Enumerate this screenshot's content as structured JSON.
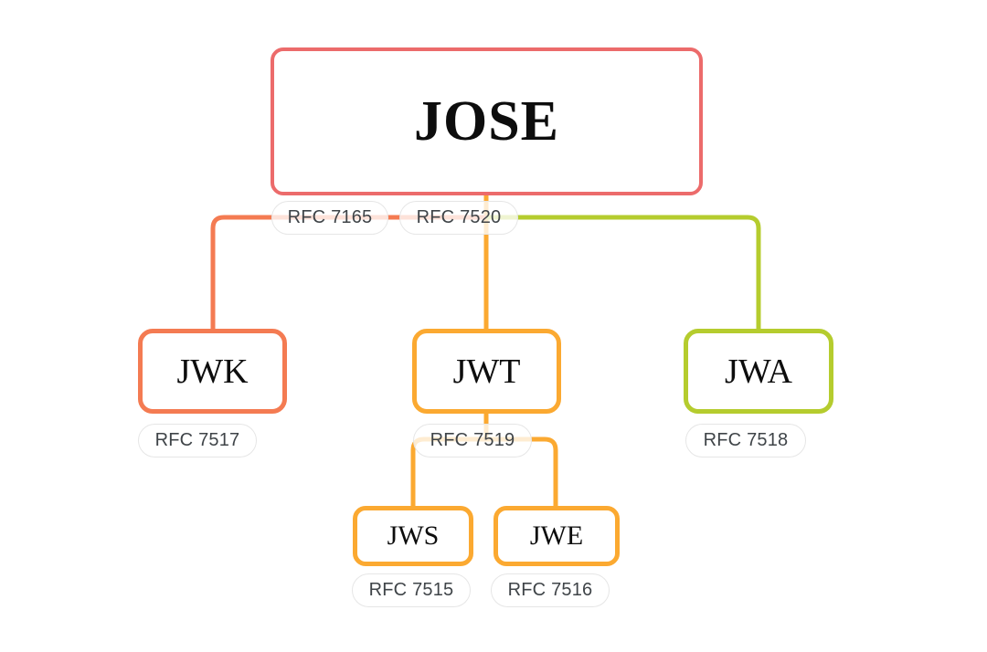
{
  "diagram": {
    "title": "JOSE",
    "type": "tree",
    "background": "#ffffff",
    "colors": {
      "root": "#ec6b6b",
      "jwk_branch": "#f47b52",
      "jwt_branch": "#fba931",
      "jwa_branch": "#b5cc2e",
      "pill_border": "#e6e6e6",
      "pill_text": "#3f4448",
      "node_text": "#0d0d0d"
    }
  },
  "nodes": {
    "root": {
      "label": "JOSE",
      "color": "#ec6b6b"
    },
    "jwk": {
      "label": "JWK",
      "color": "#f47b52"
    },
    "jwt": {
      "label": "JWT",
      "color": "#fba931"
    },
    "jwa": {
      "label": "JWA",
      "color": "#b5cc2e"
    },
    "jws": {
      "label": "JWS",
      "color": "#fba931"
    },
    "jwe": {
      "label": "JWE",
      "color": "#fba931"
    }
  },
  "labels": {
    "rfc_7165": "RFC 7165",
    "rfc_7520": "RFC 7520",
    "rfc_7517": "RFC 7517",
    "rfc_7519": "RFC 7519",
    "rfc_7518": "RFC 7518",
    "rfc_7515": "RFC 7515",
    "rfc_7516": "RFC 7516"
  },
  "edges": [
    {
      "from": "JOSE",
      "to": "JWK",
      "color": "#f47b52"
    },
    {
      "from": "JOSE",
      "to": "JWT",
      "color": "#fba931"
    },
    {
      "from": "JOSE",
      "to": "JWA",
      "color": "#b5cc2e"
    },
    {
      "from": "JWT",
      "to": "JWS",
      "color": "#fba931"
    },
    {
      "from": "JWT",
      "to": "JWE",
      "color": "#fba931"
    }
  ]
}
